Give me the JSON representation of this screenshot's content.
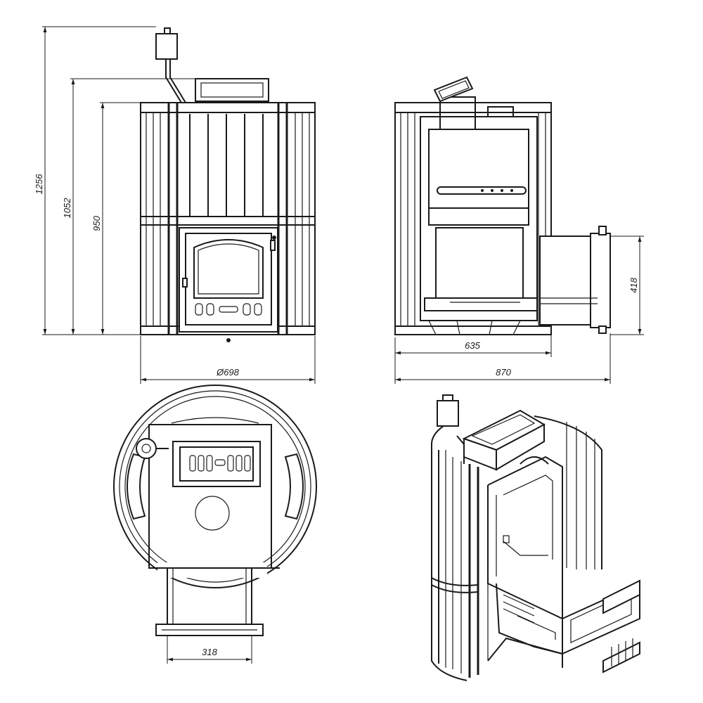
{
  "drawing": {
    "views": [
      "front-view",
      "side-view",
      "top-view",
      "isometric-view"
    ]
  },
  "dimensions": {
    "total_height": "1256",
    "height_with_tank": "1052",
    "body_height": "950",
    "diameter": "Ø698",
    "firebox_depth": "635",
    "total_depth": "870",
    "tunnel_height": "418",
    "tunnel_width": "318"
  }
}
